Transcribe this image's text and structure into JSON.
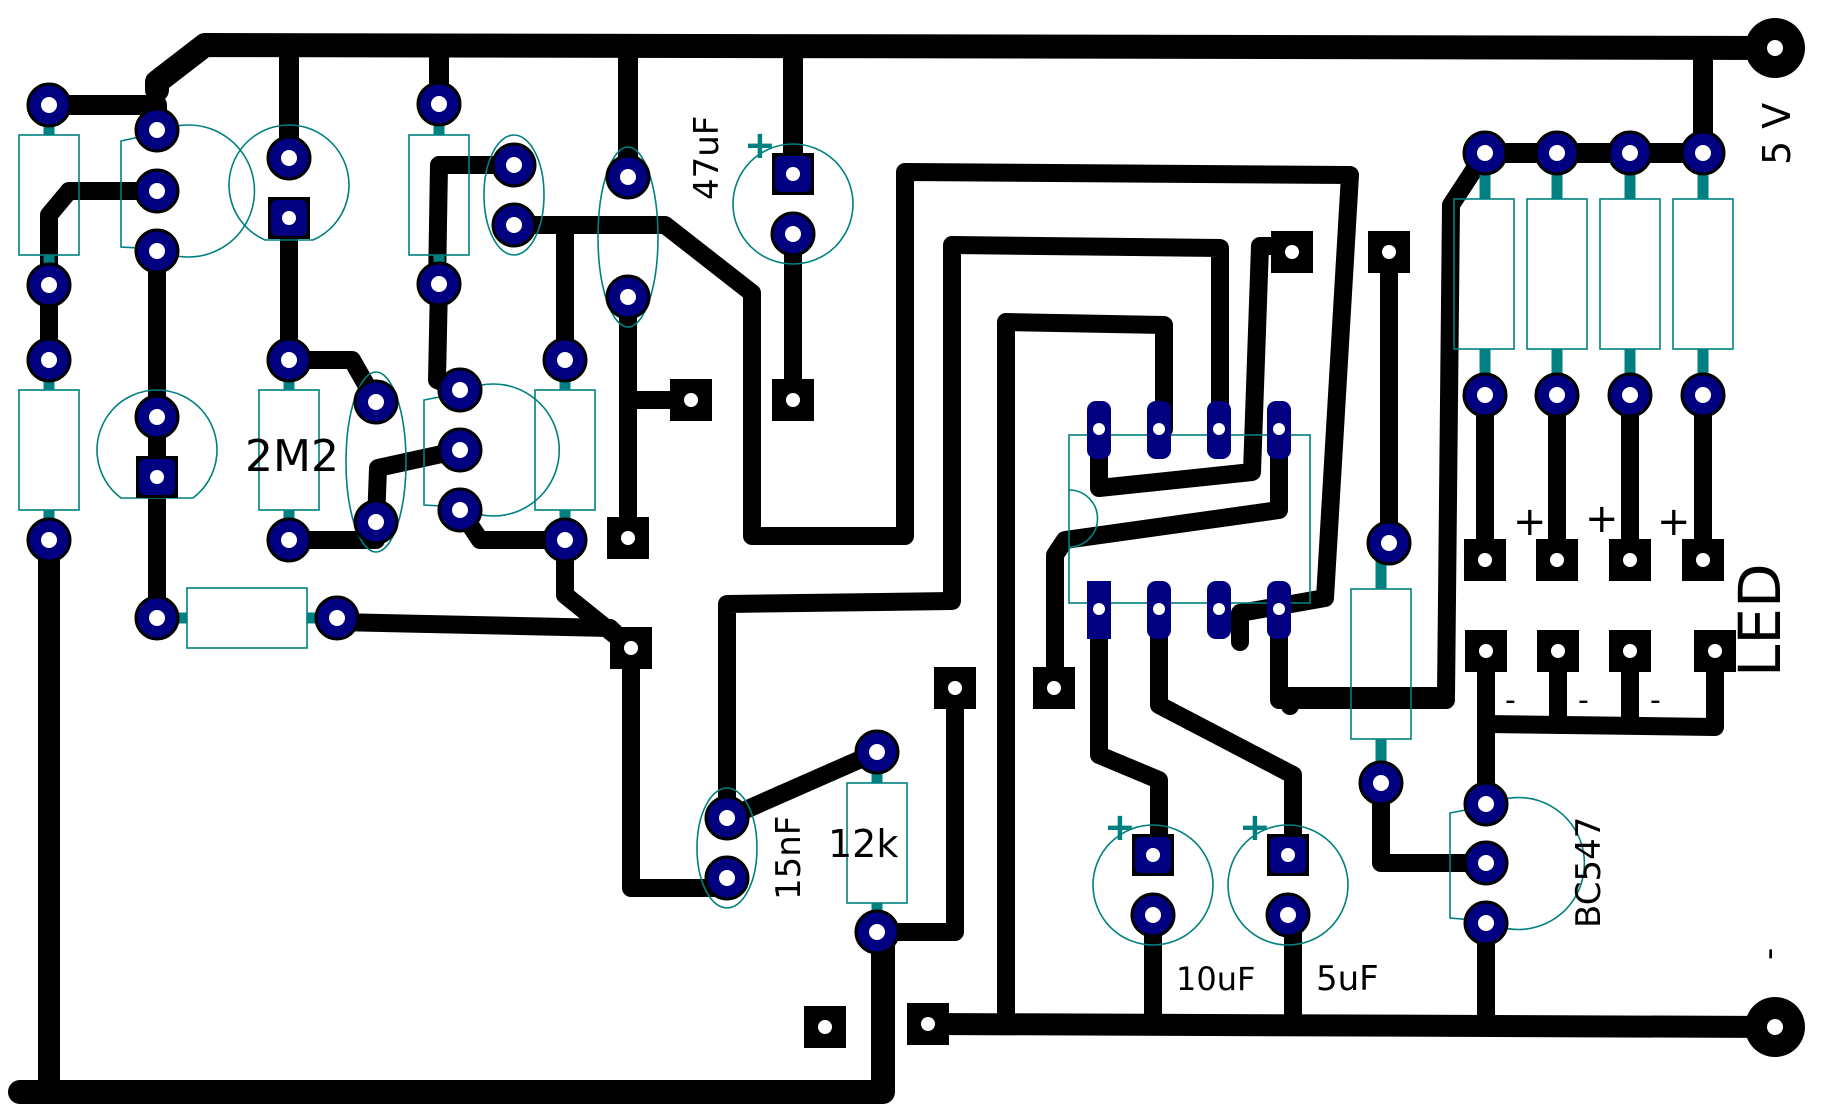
{
  "title": "PCB layout",
  "colors": {
    "copper": "#000000",
    "pad": "#000080",
    "silkscreen": "#008080",
    "background": "#ffffff"
  },
  "labels": {
    "cap_47uF": "47uF",
    "res_2M2": "2M2",
    "cap_15nF": "15nF",
    "res_12k": "12k",
    "cap_10uF": "10uF",
    "cap_5uF": "5uF",
    "transistor": "BC547",
    "led_group": "LED",
    "supply_pos": "5 V",
    "supply_neg": "-",
    "polarity_plus": "+",
    "polarity_minus": "-"
  },
  "components": [
    {
      "ref": "R-top-left",
      "type": "resistor"
    },
    {
      "ref": "Q1",
      "type": "transistor"
    },
    {
      "ref": "D1",
      "type": "led"
    },
    {
      "ref": "R-mid",
      "type": "resistor"
    },
    {
      "ref": "C-small-oval",
      "type": "capacitor"
    },
    {
      "ref": "C-large-oval",
      "type": "capacitor"
    },
    {
      "ref": "C-47uF",
      "type": "electrolytic",
      "value": "47uF"
    },
    {
      "ref": "R-left-low",
      "type": "resistor"
    },
    {
      "ref": "D2",
      "type": "led"
    },
    {
      "ref": "R-2M2",
      "type": "resistor",
      "value": "2M2"
    },
    {
      "ref": "C-oval-2",
      "type": "capacitor"
    },
    {
      "ref": "Q2",
      "type": "transistor"
    },
    {
      "ref": "R-right-of-Q2",
      "type": "resistor"
    },
    {
      "ref": "R-horizontal",
      "type": "resistor"
    },
    {
      "ref": "C-15nF",
      "type": "capacitor",
      "value": "15nF"
    },
    {
      "ref": "R-12k",
      "type": "resistor",
      "value": "12k"
    },
    {
      "ref": "U1",
      "type": "ic-dip8"
    },
    {
      "ref": "C-10uF",
      "type": "electrolytic",
      "value": "10uF"
    },
    {
      "ref": "C-5uF",
      "type": "electrolytic",
      "value": "5uF"
    },
    {
      "ref": "R-base",
      "type": "resistor"
    },
    {
      "ref": "Q3",
      "type": "transistor",
      "value": "BC547"
    },
    {
      "ref": "R-led-1",
      "type": "resistor"
    },
    {
      "ref": "R-led-2",
      "type": "resistor"
    },
    {
      "ref": "R-led-3",
      "type": "resistor"
    },
    {
      "ref": "R-led-4",
      "type": "resistor"
    }
  ]
}
